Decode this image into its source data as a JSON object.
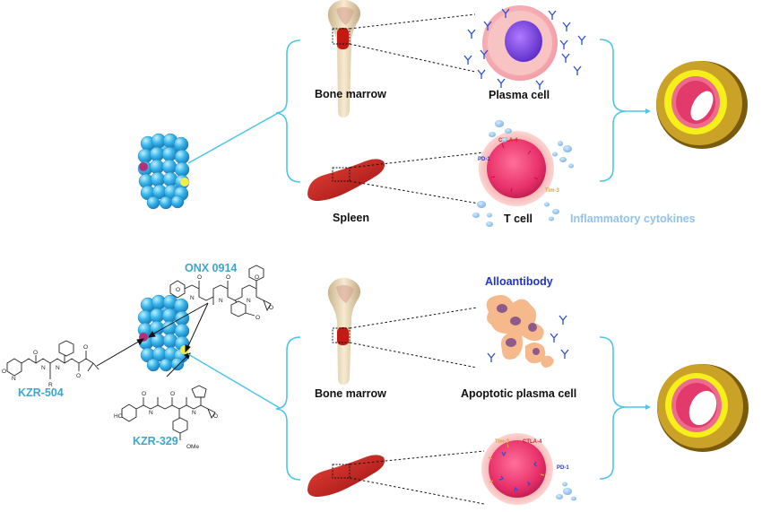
{
  "colors": {
    "bracket": "#4ec6e8",
    "label_cyan": "#3aa7cf",
    "alloantibody_blue": "#2233cc",
    "cytokine_blue": "#8fc3ee",
    "cell_pink": "#e8306a",
    "vessel_yellow": "#f5f01a",
    "vessel_gold": "#c9a227",
    "spleen_red": "#c91a1a",
    "proteasome_blue": "#35b4ea"
  },
  "top_panel": {
    "bone_marrow_label": "Bone marrow",
    "plasma_cell_label": "Plasma cell",
    "spleen_label": "Spleen",
    "t_cell_label": "T cell",
    "cytokines_label": "Inflammatory cytokines",
    "markers": {
      "ctla4": "CTLA-4",
      "pd1": "PD-1",
      "tim3": "Tim-3"
    }
  },
  "bottom_panel": {
    "alloantibody_label": "Alloantibody",
    "bone_marrow_label": "Bone marrow",
    "apoptotic_label": "Apoptotic plasma cell",
    "markers": {
      "tim3": "Tim-3",
      "ctla4": "CTLA-4",
      "pd1": "PD-1"
    }
  },
  "compounds": {
    "onx": "ONX 0914",
    "kzr504": "KZR-504",
    "kzr329": "KZR-329",
    "atoms": {
      "o": "O",
      "n": "N",
      "r": "R",
      "ho": "HO",
      "ome": "OMe"
    }
  }
}
